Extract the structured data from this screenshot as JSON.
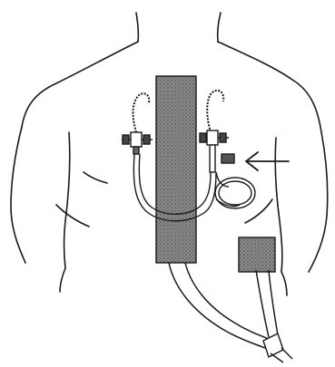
{
  "figure": {
    "text": "",
    "colors": {
      "ink": "#1a1a1a",
      "drape_fill": "#6f6f6f",
      "pad_fill": "#7a7a7a",
      "background": "#ffffff"
    }
  },
  "elements": [
    {
      "name": "torso-outline",
      "kind": "line-drawing"
    },
    {
      "name": "central-drape",
      "kind": "stippled-rectangle"
    },
    {
      "name": "left-catheter-hub",
      "kind": "connector"
    },
    {
      "name": "right-catheter-hub",
      "kind": "connector"
    },
    {
      "name": "left-guidewire",
      "kind": "coiled-wire"
    },
    {
      "name": "right-guidewire",
      "kind": "coiled-wire"
    },
    {
      "name": "u-shaped-tubing",
      "kind": "tube"
    },
    {
      "name": "coiled-line",
      "kind": "tube-coil"
    },
    {
      "name": "pointer-arrow",
      "kind": "arrow",
      "icon": "arrow-left-icon"
    },
    {
      "name": "abdominal-pad",
      "kind": "stippled-rectangle"
    },
    {
      "name": "drain-tube",
      "kind": "tube"
    },
    {
      "name": "tube-connector",
      "kind": "connector"
    }
  ]
}
